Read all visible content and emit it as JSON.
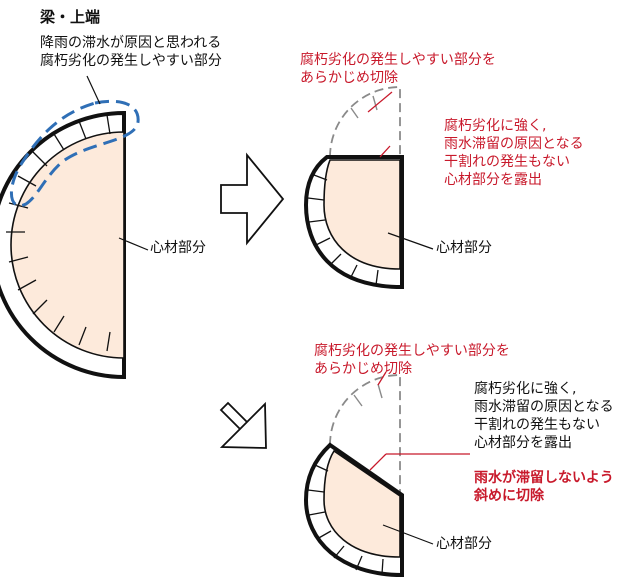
{
  "colors": {
    "accent_red": "#c8192b",
    "accent_blue": "#2f6fb6",
    "heartwood_fill": "#fdeadb",
    "outline": "#111111",
    "removed_dashed": "#8a8a8a"
  },
  "panel1": {
    "title": "梁・上端",
    "desc_line1": "降雨の滞水が原因と思われる",
    "desc_line2": "腐朽劣化の発生しやすい部分",
    "core_label": "心材部分"
  },
  "panel2": {
    "cut_line1": "腐朽劣化の発生しやすい部分を",
    "cut_line2": "あらかじめ切除",
    "expose_line1": "腐朽劣化に強く,",
    "expose_line2": "雨水滞留の原因となる",
    "expose_line3": "干割れの発生もない",
    "expose_line4": "心材部分を露出",
    "core_label": "心材部分"
  },
  "panel3": {
    "cut_line1": "腐朽劣化の発生しやすい部分を",
    "cut_line2": "あらかじめ切除",
    "expose_line1": "腐朽劣化に強く,",
    "expose_line2": "雨水滞留の原因となる",
    "expose_line3": "干割れの発生もない",
    "expose_line4": "心材部分を露出",
    "bold_line1": "雨水が滞留しないよう",
    "bold_line2": "斜めに切除",
    "core_label": "心材部分"
  }
}
